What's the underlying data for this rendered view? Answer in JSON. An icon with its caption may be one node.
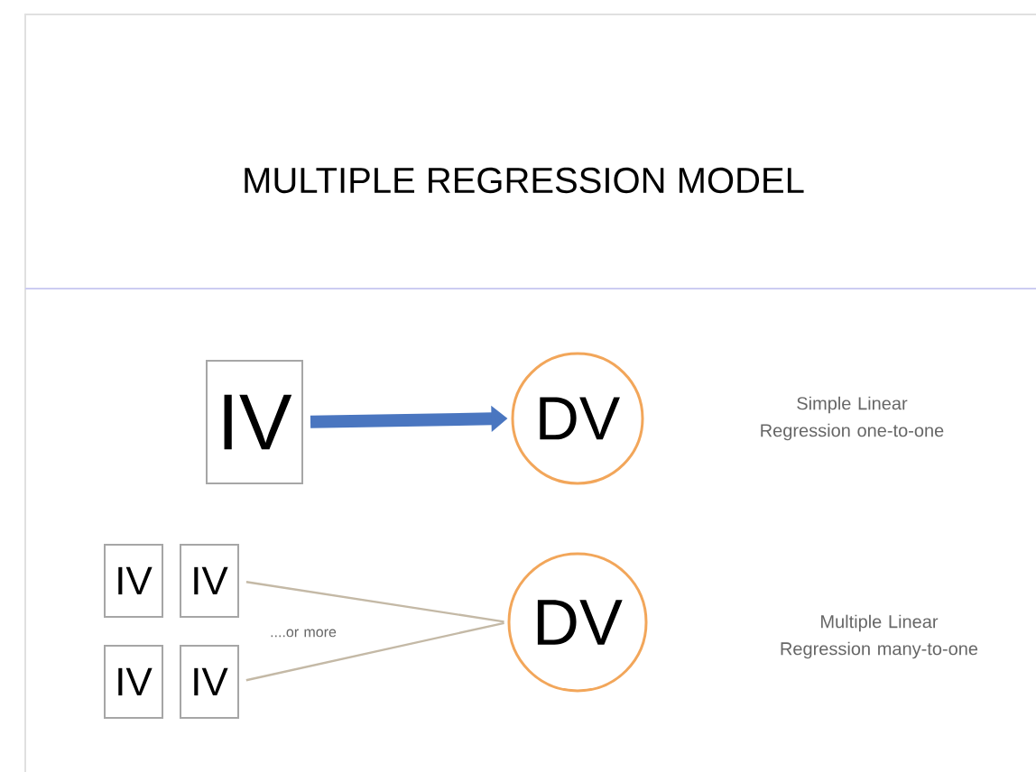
{
  "diagram": {
    "title": "MULTIPLE  REGRESSION MODEL",
    "nodes": [
      {
        "text": [
          "IV"
        ]
      },
      {
        "text": [
          "DV"
        ]
      },
      {
        "text": [
          "IV"
        ]
      },
      {
        "text": [
          "IV"
        ]
      },
      {
        "text": [
          "IV"
        ]
      },
      {
        "text": [
          "IV"
        ]
      },
      {
        "text": [
          "DV"
        ]
      }
    ],
    "edges": [
      {
        "from": 0,
        "to": 1,
        "arrow": "to",
        "style": "thick",
        "color": "#4a76c0"
      },
      {
        "from": 3,
        "to": 6,
        "arrow": "none"
      },
      {
        "from": 5,
        "to": 6,
        "arrow": "none"
      }
    ],
    "labels": [
      "Simple Linear Regression one-to-one",
      "....or more",
      "Multiple Linear Regression many-to-one"
    ]
  }
}
